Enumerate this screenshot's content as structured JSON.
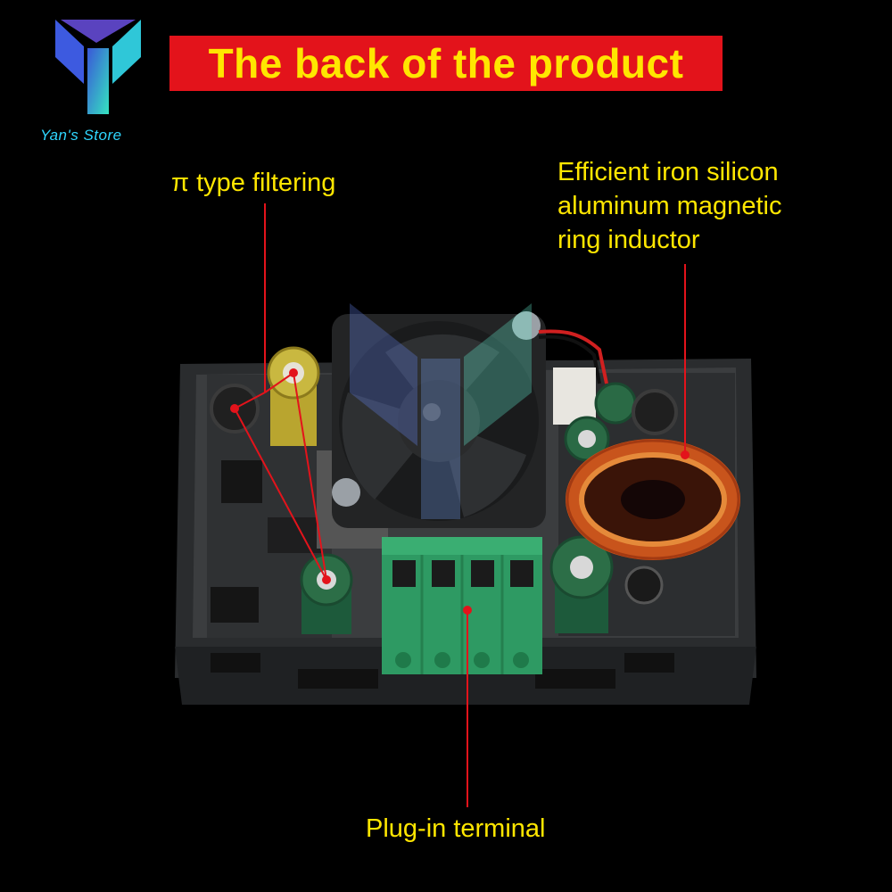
{
  "brand": {
    "store_name": "Yan's Store",
    "logo_icon": "yt-logo-icon"
  },
  "title": "The back of the product",
  "callouts": {
    "filtering": "π type filtering",
    "inductor": [
      "Efficient iron silicon",
      "aluminum magnetic",
      "ring inductor"
    ],
    "terminal": "Plug-in terminal"
  },
  "colors": {
    "banner": "#e3131b",
    "callout_text": "#ffe600",
    "pointer": "#e3131b",
    "terminal": "#2e9a63"
  }
}
